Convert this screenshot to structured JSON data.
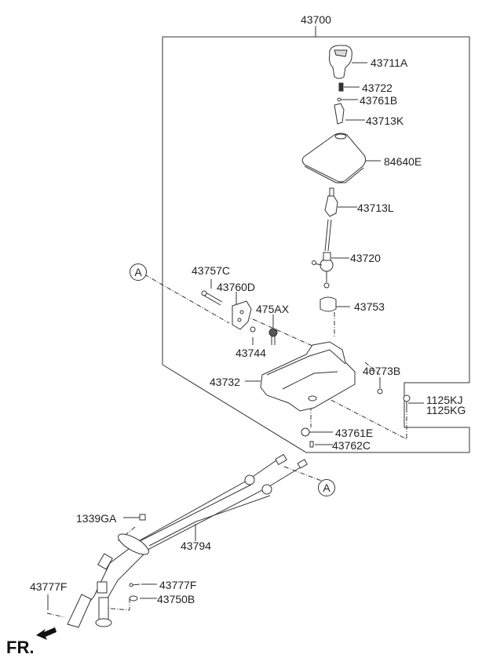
{
  "diagram": {
    "title": "43700",
    "direction_label": "FR.",
    "reference_marker": "A",
    "parts": [
      {
        "id": "p43711A",
        "label": "43711A"
      },
      {
        "id": "p43722",
        "label": "43722"
      },
      {
        "id": "p43761B",
        "label": "43761B"
      },
      {
        "id": "p43713K",
        "label": "43713K"
      },
      {
        "id": "p84640E",
        "label": "84640E"
      },
      {
        "id": "p43713L",
        "label": "43713L"
      },
      {
        "id": "p43720",
        "label": "43720"
      },
      {
        "id": "p43753",
        "label": "43753"
      },
      {
        "id": "p43757C",
        "label": "43757C"
      },
      {
        "id": "p43760D",
        "label": "43760D"
      },
      {
        "id": "p475AX",
        "label": "475AX"
      },
      {
        "id": "p43744",
        "label": "43744"
      },
      {
        "id": "p46773B",
        "label": "46773B"
      },
      {
        "id": "p43732",
        "label": "43732"
      },
      {
        "id": "p1125KJ",
        "label": "1125KJ"
      },
      {
        "id": "p1125KG",
        "label": "1125KG"
      },
      {
        "id": "p43761E",
        "label": "43761E"
      },
      {
        "id": "p43762C",
        "label": "43762C"
      },
      {
        "id": "p1339GA",
        "label": "1339GA"
      },
      {
        "id": "p43794",
        "label": "43794"
      },
      {
        "id": "p43777F_left",
        "label": "43777F"
      },
      {
        "id": "p43777F_right",
        "label": "43777F"
      },
      {
        "id": "p43750B",
        "label": "43750B"
      }
    ]
  }
}
